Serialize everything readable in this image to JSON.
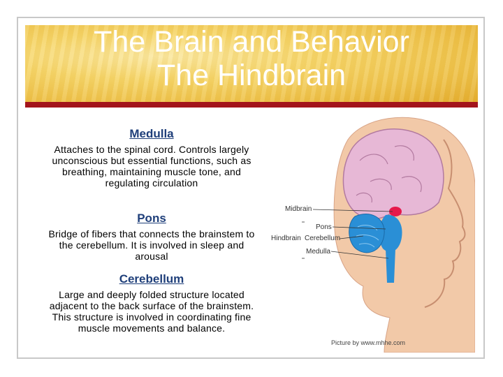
{
  "slide": {
    "title_line1": "The Brain and Behavior",
    "title_line2": "The Hindbrain"
  },
  "sections": [
    {
      "heading": "Medulla",
      "text": "Attaches to the spinal cord. Controls largely unconscious but essential functions, such as breathing, maintaining muscle tone, and regulating circulation"
    },
    {
      "heading": "Pons",
      "text": "Bridge of fibers that connects the brainstem to the cerebellum. It is involved in sleep and arousal"
    },
    {
      "heading": "Cerebellum",
      "text": "Large and deeply folded structure located adjacent to the back surface of the brainstem. This structure is involved in coordinating fine muscle movements and balance."
    }
  ],
  "illustration": {
    "label_midbrain": "Midbrain",
    "label_pons": "Pons",
    "label_hindbrain": "Hindbrain",
    "label_cerebellum": "Cerebellum",
    "label_medulla": "Medulla",
    "credit": "Picture by www.mhhe.com",
    "colors": {
      "skin": "#f2c9a8",
      "brain": "#e7b8d6",
      "hindbrain": "#2a8fd6",
      "midbrain": "#e6194b"
    }
  }
}
